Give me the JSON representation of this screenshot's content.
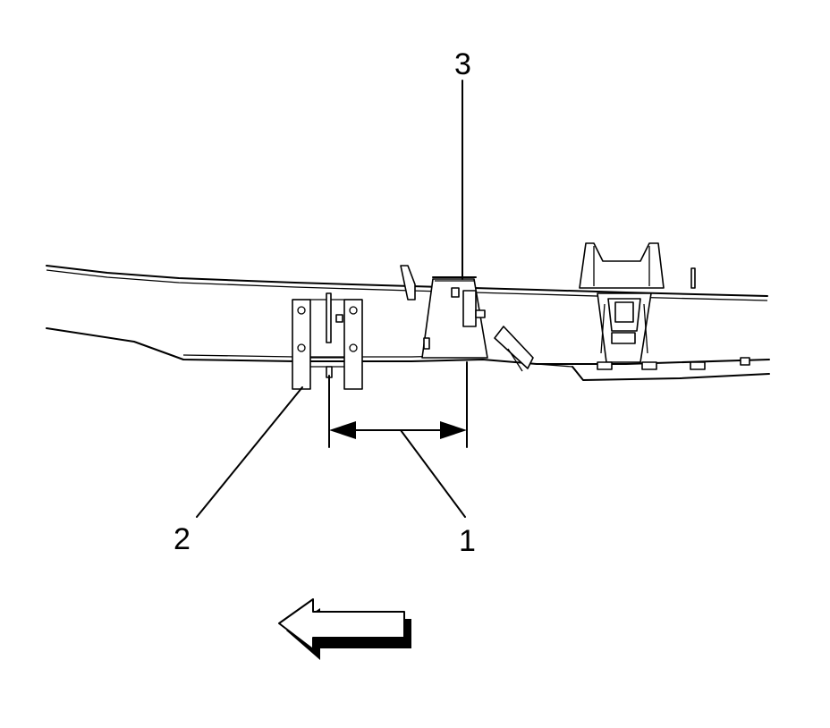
{
  "callouts": [
    {
      "id": "1",
      "text": "1"
    },
    {
      "id": "2",
      "text": "2"
    },
    {
      "id": "3",
      "text": "3"
    }
  ],
  "icons": {
    "direction_arrow": "left-arrow-icon",
    "dimension_arrow": "double-headed-arrow-icon"
  },
  "colors": {
    "line": "#000000",
    "background": "#ffffff"
  }
}
